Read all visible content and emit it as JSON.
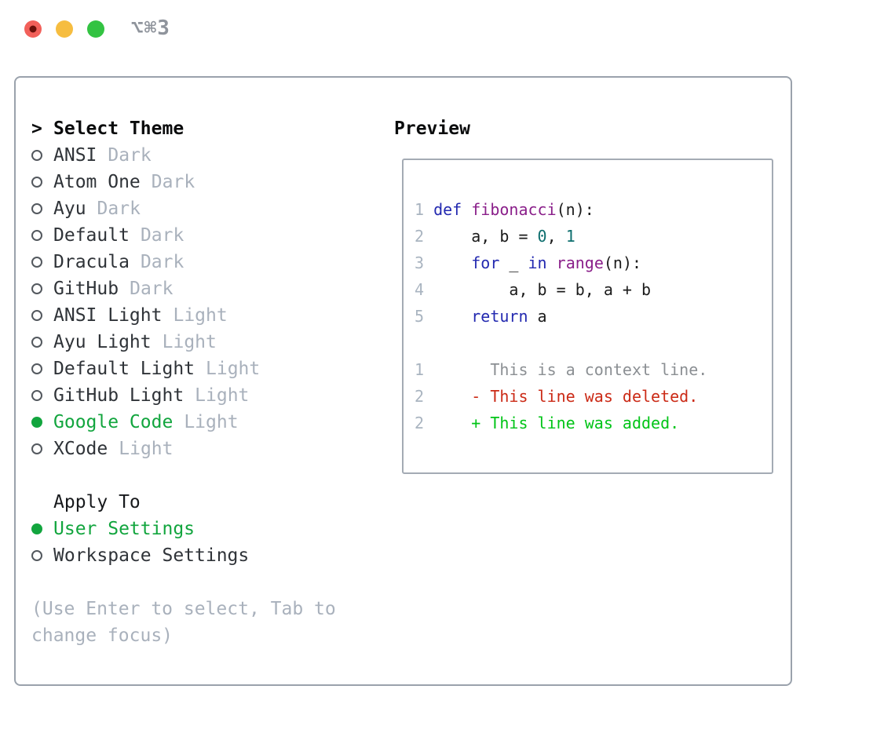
{
  "colors": {
    "selection_green": "#12a53e",
    "keyword_blue": "#2329b0",
    "function_purple": "#8a1f8a",
    "literal_teal": "#0d6e6e",
    "code_plain": "#1b1b1b",
    "line_number": "#a9b4c0",
    "diff_context_gray": "#8b8f93",
    "diff_deleted_red": "#cb2a16",
    "diff_added_green": "#00c417",
    "muted_gray": "#a9b1bc",
    "panel_border_gray": "#9aa2ac",
    "traffic_red": "#f2605a",
    "traffic_red_dot": "#6b100a",
    "traffic_yellow": "#f6bd40",
    "traffic_green": "#33c342",
    "title_gray": "#8f949c"
  },
  "window": {
    "title": "⌥⌘3"
  },
  "theme_picker": {
    "header_prefix": ">",
    "header": "Select Theme",
    "themes": [
      {
        "name": "ANSI",
        "tag": "Dark",
        "selected": false
      },
      {
        "name": "Atom One",
        "tag": "Dark",
        "selected": false
      },
      {
        "name": "Ayu",
        "tag": "Dark",
        "selected": false
      },
      {
        "name": "Default",
        "tag": "Dark",
        "selected": false
      },
      {
        "name": "Dracula",
        "tag": "Dark",
        "selected": false
      },
      {
        "name": "GitHub",
        "tag": "Dark",
        "selected": false
      },
      {
        "name": "ANSI Light",
        "tag": "Light",
        "selected": false
      },
      {
        "name": "Ayu Light",
        "tag": "Light",
        "selected": false
      },
      {
        "name": "Default Light",
        "tag": "Light",
        "selected": false
      },
      {
        "name": "GitHub Light",
        "tag": "Light",
        "selected": false
      },
      {
        "name": "Google Code",
        "tag": "Light",
        "selected": true
      },
      {
        "name": "XCode",
        "tag": "Light",
        "selected": false
      }
    ],
    "apply_to": {
      "header": "Apply To",
      "options": [
        {
          "name": "User Settings",
          "selected": true
        },
        {
          "name": "Workspace Settings",
          "selected": false
        }
      ]
    },
    "hint_lines": [
      "(Use Enter to select, Tab to",
      "change focus)"
    ]
  },
  "preview": {
    "header": "Preview",
    "lines": [
      {
        "segments": [
          {
            "t": "1",
            "c": "ln"
          },
          {
            "t": " ",
            "c": "pl"
          },
          {
            "t": "def",
            "c": "kw"
          },
          {
            "t": " ",
            "c": "pl"
          },
          {
            "t": "fibonacci",
            "c": "fn"
          },
          {
            "t": "(n):",
            "c": "pl"
          }
        ]
      },
      {
        "segments": [
          {
            "t": "2",
            "c": "ln"
          },
          {
            "t": "     a, b = ",
            "c": "pl"
          },
          {
            "t": "0",
            "c": "lit"
          },
          {
            "t": ", ",
            "c": "pl"
          },
          {
            "t": "1",
            "c": "lit"
          }
        ]
      },
      {
        "segments": [
          {
            "t": "3",
            "c": "ln"
          },
          {
            "t": "     ",
            "c": "pl"
          },
          {
            "t": "for",
            "c": "kw"
          },
          {
            "t": " _ ",
            "c": "pl"
          },
          {
            "t": "in",
            "c": "kw"
          },
          {
            "t": " ",
            "c": "pl"
          },
          {
            "t": "range",
            "c": "fn"
          },
          {
            "t": "(n):",
            "c": "pl"
          }
        ]
      },
      {
        "segments": [
          {
            "t": "4",
            "c": "ln"
          },
          {
            "t": "         a, b = b, a + b",
            "c": "pl"
          }
        ]
      },
      {
        "segments": [
          {
            "t": "5",
            "c": "ln"
          },
          {
            "t": "     ",
            "c": "pl"
          },
          {
            "t": "return",
            "c": "kw"
          },
          {
            "t": " a",
            "c": "pl"
          }
        ]
      },
      {
        "segments": []
      },
      {
        "segments": [
          {
            "t": "1",
            "c": "ln"
          },
          {
            "t": "       This is a context line.",
            "c": "ctx"
          }
        ]
      },
      {
        "segments": [
          {
            "t": "2",
            "c": "ln"
          },
          {
            "t": "     - This line was deleted.",
            "c": "del"
          }
        ]
      },
      {
        "segments": [
          {
            "t": "2",
            "c": "ln"
          },
          {
            "t": "     + This line was added.",
            "c": "add"
          }
        ]
      }
    ]
  }
}
